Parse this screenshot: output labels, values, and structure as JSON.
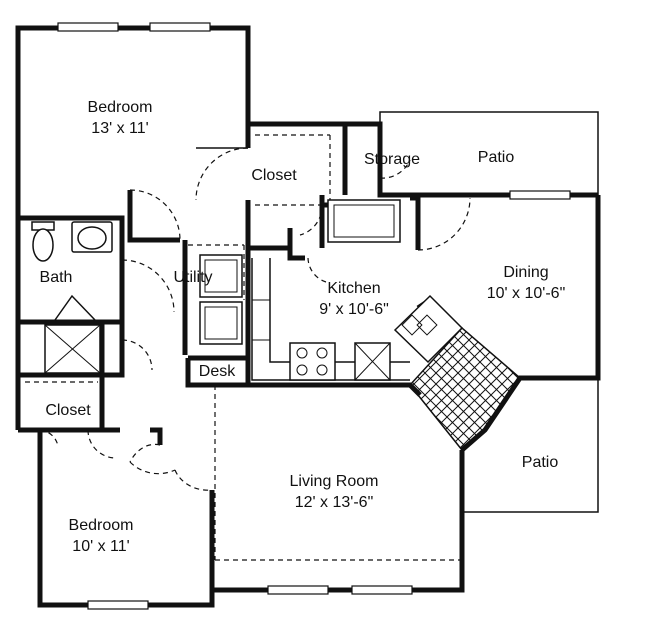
{
  "rooms": {
    "bedroom_top": {
      "name": "Bedroom",
      "size": "13' x 11'"
    },
    "closet_top": {
      "name": "Closet"
    },
    "storage": {
      "name": "Storage"
    },
    "patio_top": {
      "name": "Patio"
    },
    "bath": {
      "name": "Bath"
    },
    "utility": {
      "name": "Utility"
    },
    "kitchen": {
      "name": "Kitchen",
      "size": "9' x 10'-6\""
    },
    "dining": {
      "name": "Dining",
      "size": "10' x 10'-6\""
    },
    "desk": {
      "name": "Desk"
    },
    "closet_bottom": {
      "name": "Closet"
    },
    "living": {
      "name": "Living Room",
      "size": "12' x 13'-6\""
    },
    "patio_bottom": {
      "name": "Patio"
    },
    "bedroom_bottom": {
      "name": "Bedroom",
      "size": "10' x 11'"
    }
  },
  "icons": [
    "toilet-icon",
    "sink-icon",
    "shower-icon",
    "stove-icon",
    "kitchen-sink-icon",
    "washer-icon",
    "dryer-icon"
  ]
}
